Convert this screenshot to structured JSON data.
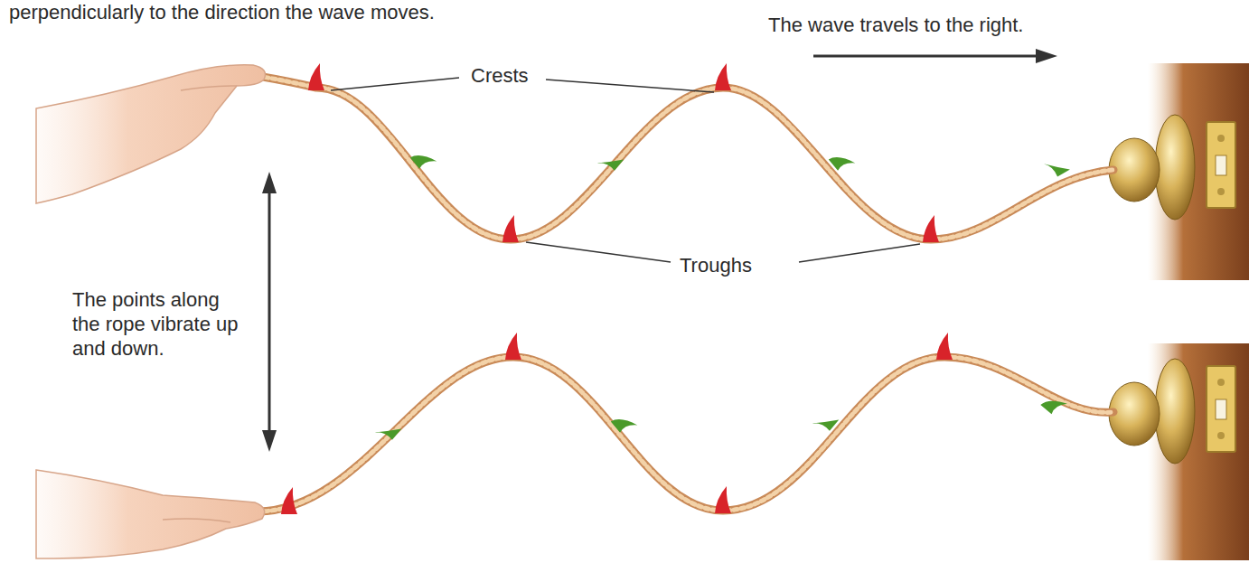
{
  "diagram": {
    "labels": [
      "perpendicularly to the direction the wave moves.",
      "The wave travels to the right.",
      "Crests",
      "Troughs",
      "The points along the rope vibrate up and down."
    ]
  }
}
